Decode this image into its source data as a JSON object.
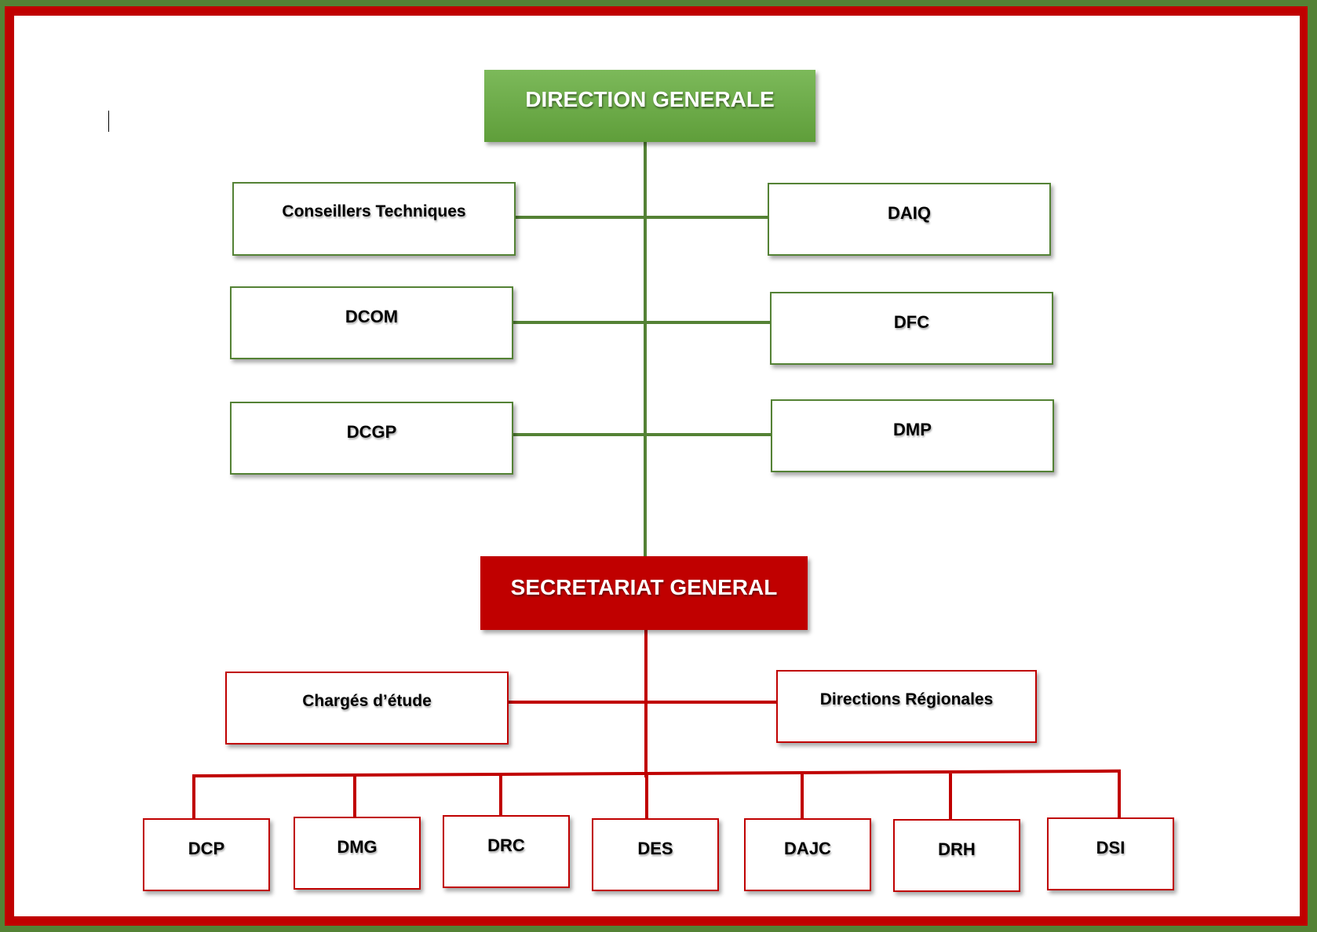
{
  "chart": {
    "top": {
      "label": "DIRECTION GENERALE",
      "color": "#70ad47"
    },
    "advisory_left": [
      {
        "label": "Conseillers Techniques"
      },
      {
        "label": "DCOM"
      },
      {
        "label": "DCGP"
      }
    ],
    "advisory_right": [
      {
        "label": "DAIQ"
      },
      {
        "label": "DFC"
      },
      {
        "label": "DMP"
      }
    ],
    "secretariat": {
      "label": "SECRETARIAT GENERAL",
      "color": "#c00000"
    },
    "secretariat_side": [
      {
        "label": "Chargés d’étude"
      },
      {
        "label": "Directions Régionales"
      }
    ],
    "departments": [
      {
        "label": "DCP"
      },
      {
        "label": "DMG"
      },
      {
        "label": "DRC"
      },
      {
        "label": "DES"
      },
      {
        "label": "DAJC"
      },
      {
        "label": "DRH"
      },
      {
        "label": "DSI"
      }
    ]
  },
  "colors": {
    "green": "#548235",
    "red": "#c00000"
  }
}
